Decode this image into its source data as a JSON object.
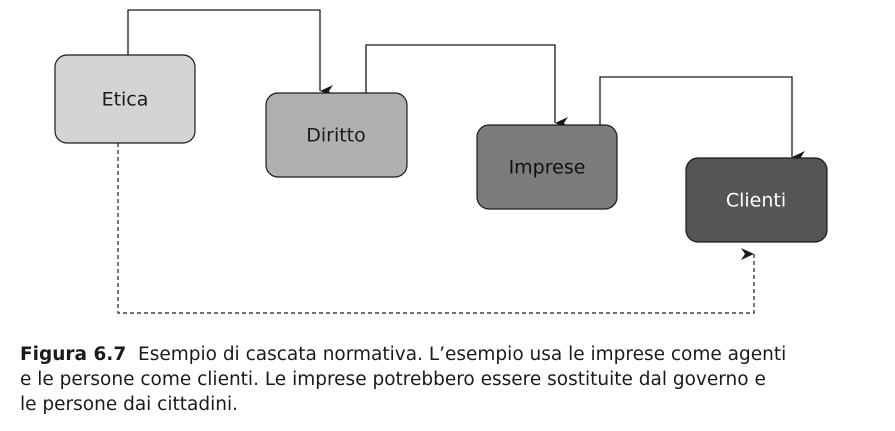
{
  "diagram": {
    "nodes": [
      {
        "id": "etica",
        "label": "Etica",
        "fill": "#d4d4d4",
        "text_color": "#1a1a1a"
      },
      {
        "id": "diritto",
        "label": "Diritto",
        "fill": "#b0b0b0",
        "text_color": "#1a1a1a"
      },
      {
        "id": "imprese",
        "label": "Imprese",
        "fill": "#7c7c7c",
        "text_color": "#111111"
      },
      {
        "id": "clienti",
        "label": "Clienti",
        "fill": "#555555",
        "text_color": "#ffffff"
      }
    ],
    "edges": [
      {
        "from": "etica",
        "to": "diritto",
        "style": "solid"
      },
      {
        "from": "diritto",
        "to": "imprese",
        "style": "solid"
      },
      {
        "from": "imprese",
        "to": "clienti",
        "style": "solid"
      },
      {
        "from": "etica",
        "to": "clienti",
        "style": "dashed"
      }
    ]
  },
  "caption": {
    "label": "Figura 6.7",
    "lines": [
      "Esempio di cascata normativa. L’esempio usa le imprese come agenti",
      "e le persone come clienti. Le imprese potrebbero essere sostituite dal governo e",
      "le persone dai cittadini."
    ]
  }
}
